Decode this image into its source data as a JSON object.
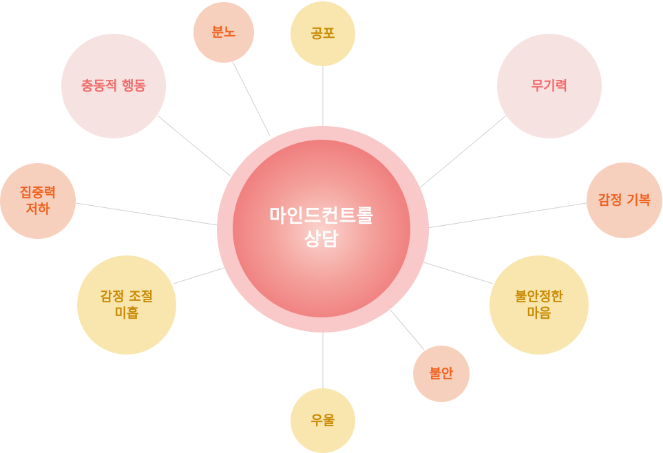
{
  "center": {
    "title": "마인드컨트롤\n상담"
  },
  "colors": {
    "line": "#cfcfcf",
    "pink_light_fill": "#f7e2e2",
    "pink_light_text": "#f26a6a",
    "peach_fill": "#f7cfbd",
    "peach_text": "#f0621f",
    "yellow_fill": "#f8e6ae",
    "yellow_text": "#c98a05",
    "center_ring": "#f9c8c8",
    "center_core": "#ef7b7b"
  },
  "nodes": {
    "anger": "분노",
    "fear": "공포",
    "impulsive": "충동적 행동",
    "helpless": "무기력",
    "concentration": "집중력\n저하",
    "ups_downs": "감정 기복",
    "regulation": "감정 조절\n미흡",
    "unstable": "불안정한\n마음",
    "anxiety": "불안",
    "depression": "우울"
  }
}
